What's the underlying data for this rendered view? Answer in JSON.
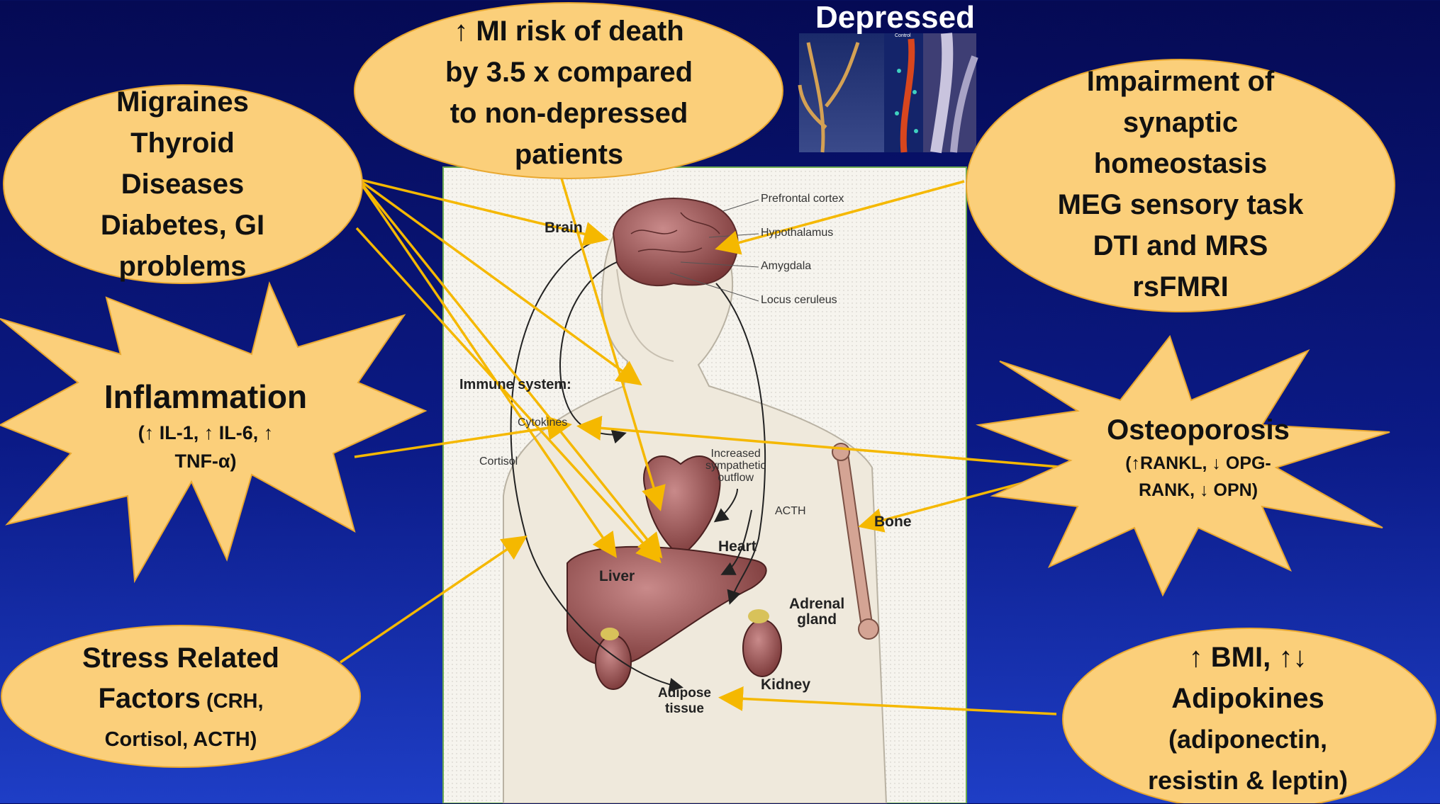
{
  "header": {
    "depressed_label": "Depressed"
  },
  "bubbles": {
    "mi_risk": [
      "↑ MI risk of death",
      "by  3.5 x compared",
      "to non-depressed",
      "patients"
    ],
    "comorbid": [
      "Migraines",
      "Thyroid",
      "Diseases",
      "Diabetes, GI",
      "problems"
    ],
    "synaptic": [
      "Impairment of",
      "synaptic",
      "homeostasis",
      "MEG sensory task",
      "DTI and MRS",
      "rsFMRI"
    ],
    "inflammation": {
      "title": "Inflammation",
      "detail_1": "(↑ IL-1, ↑ IL-6, ↑",
      "detail_2": "TNF-α)"
    },
    "osteoporosis": {
      "title": "Osteoporosis",
      "detail_1": "(↑RANKL,  ↓ OPG-",
      "detail_2": "RANK, ↓ OPN)"
    },
    "stress": {
      "line_1": "Stress Related",
      "line_2_bold": "Factors",
      "line_2_small": " (CRH,",
      "line_3": "Cortisol, ACTH)"
    },
    "bmi": [
      "↑ BMI, ↑↓",
      "Adipokines",
      "(adiponectin,",
      "resistin & leptin)"
    ]
  },
  "figure_labels": {
    "brain": "Brain",
    "prefrontal": "Prefrontal cortex",
    "hypothalamus": "Hypothalamus",
    "amygdala": "Amygdala",
    "locus": "Locus ceruleus",
    "immune": "Immune system:",
    "cytokines": "Cytokines",
    "cortisol": "Cortisol",
    "sympathetic_1": "Increased",
    "sympathetic_2": "sympathetic",
    "sympathetic_3": "outflow",
    "acth": "ACTH",
    "heart": "Heart",
    "bone": "Bone",
    "liver": "Liver",
    "adrenal_1": "Adrenal",
    "adrenal_2": "gland",
    "kidney": "Kidney",
    "adipose_1": "Adipose",
    "adipose_2": "tissue",
    "control": "Control"
  },
  "colors": {
    "bubble_fill": "#fbcf7a",
    "arrow": "#f5b800",
    "background_top": "#050a54",
    "background_bottom": "#1e3ec6"
  }
}
